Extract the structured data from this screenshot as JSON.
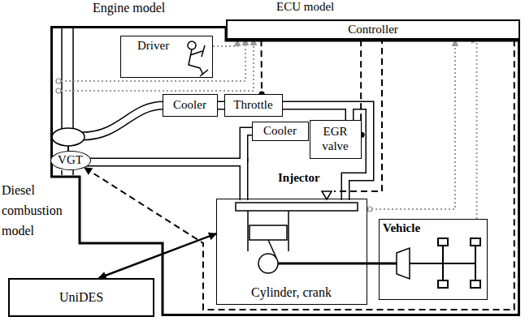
{
  "diagram": {
    "nodes": [
      {
        "text": [
          "Engine model"
        ]
      },
      {
        "text": [
          "ECU model",
          "Controller"
        ]
      },
      {
        "text": [
          "Driver"
        ],
        "in": 0
      },
      {
        "text": [
          "Cooler"
        ],
        "in": 0
      },
      {
        "text": [
          "Throttle"
        ],
        "in": 0
      },
      {
        "text": [
          "Cooler"
        ],
        "in": 0
      },
      {
        "text": [
          "EGR valve"
        ],
        "in": 0
      },
      {
        "text": [
          "VGT"
        ],
        "in": 0
      },
      {
        "text": [
          "Cylinder, crank"
        ],
        "in": 0
      },
      {
        "text": [
          "Vehicle"
        ],
        "in": 0
      },
      {
        "text": [
          "UniDES"
        ]
      }
    ],
    "edges": [
      {
        "from": 10,
        "to": 8,
        "arrow": "both"
      },
      {
        "from": 1,
        "to": 4,
        "arrow": "to"
      },
      {
        "from": 1,
        "to": 6,
        "arrow": "to"
      },
      {
        "from": 1,
        "to": 7,
        "arrow": "to"
      },
      {
        "from": 2,
        "to": 1,
        "arrow": "to"
      },
      {
        "from": 8,
        "to": 1,
        "arrow": "to"
      },
      {
        "from": 9,
        "to": 1,
        "arrow": "to"
      }
    ],
    "labels": [
      "Injector",
      "Diesel combustion model"
    ]
  }
}
